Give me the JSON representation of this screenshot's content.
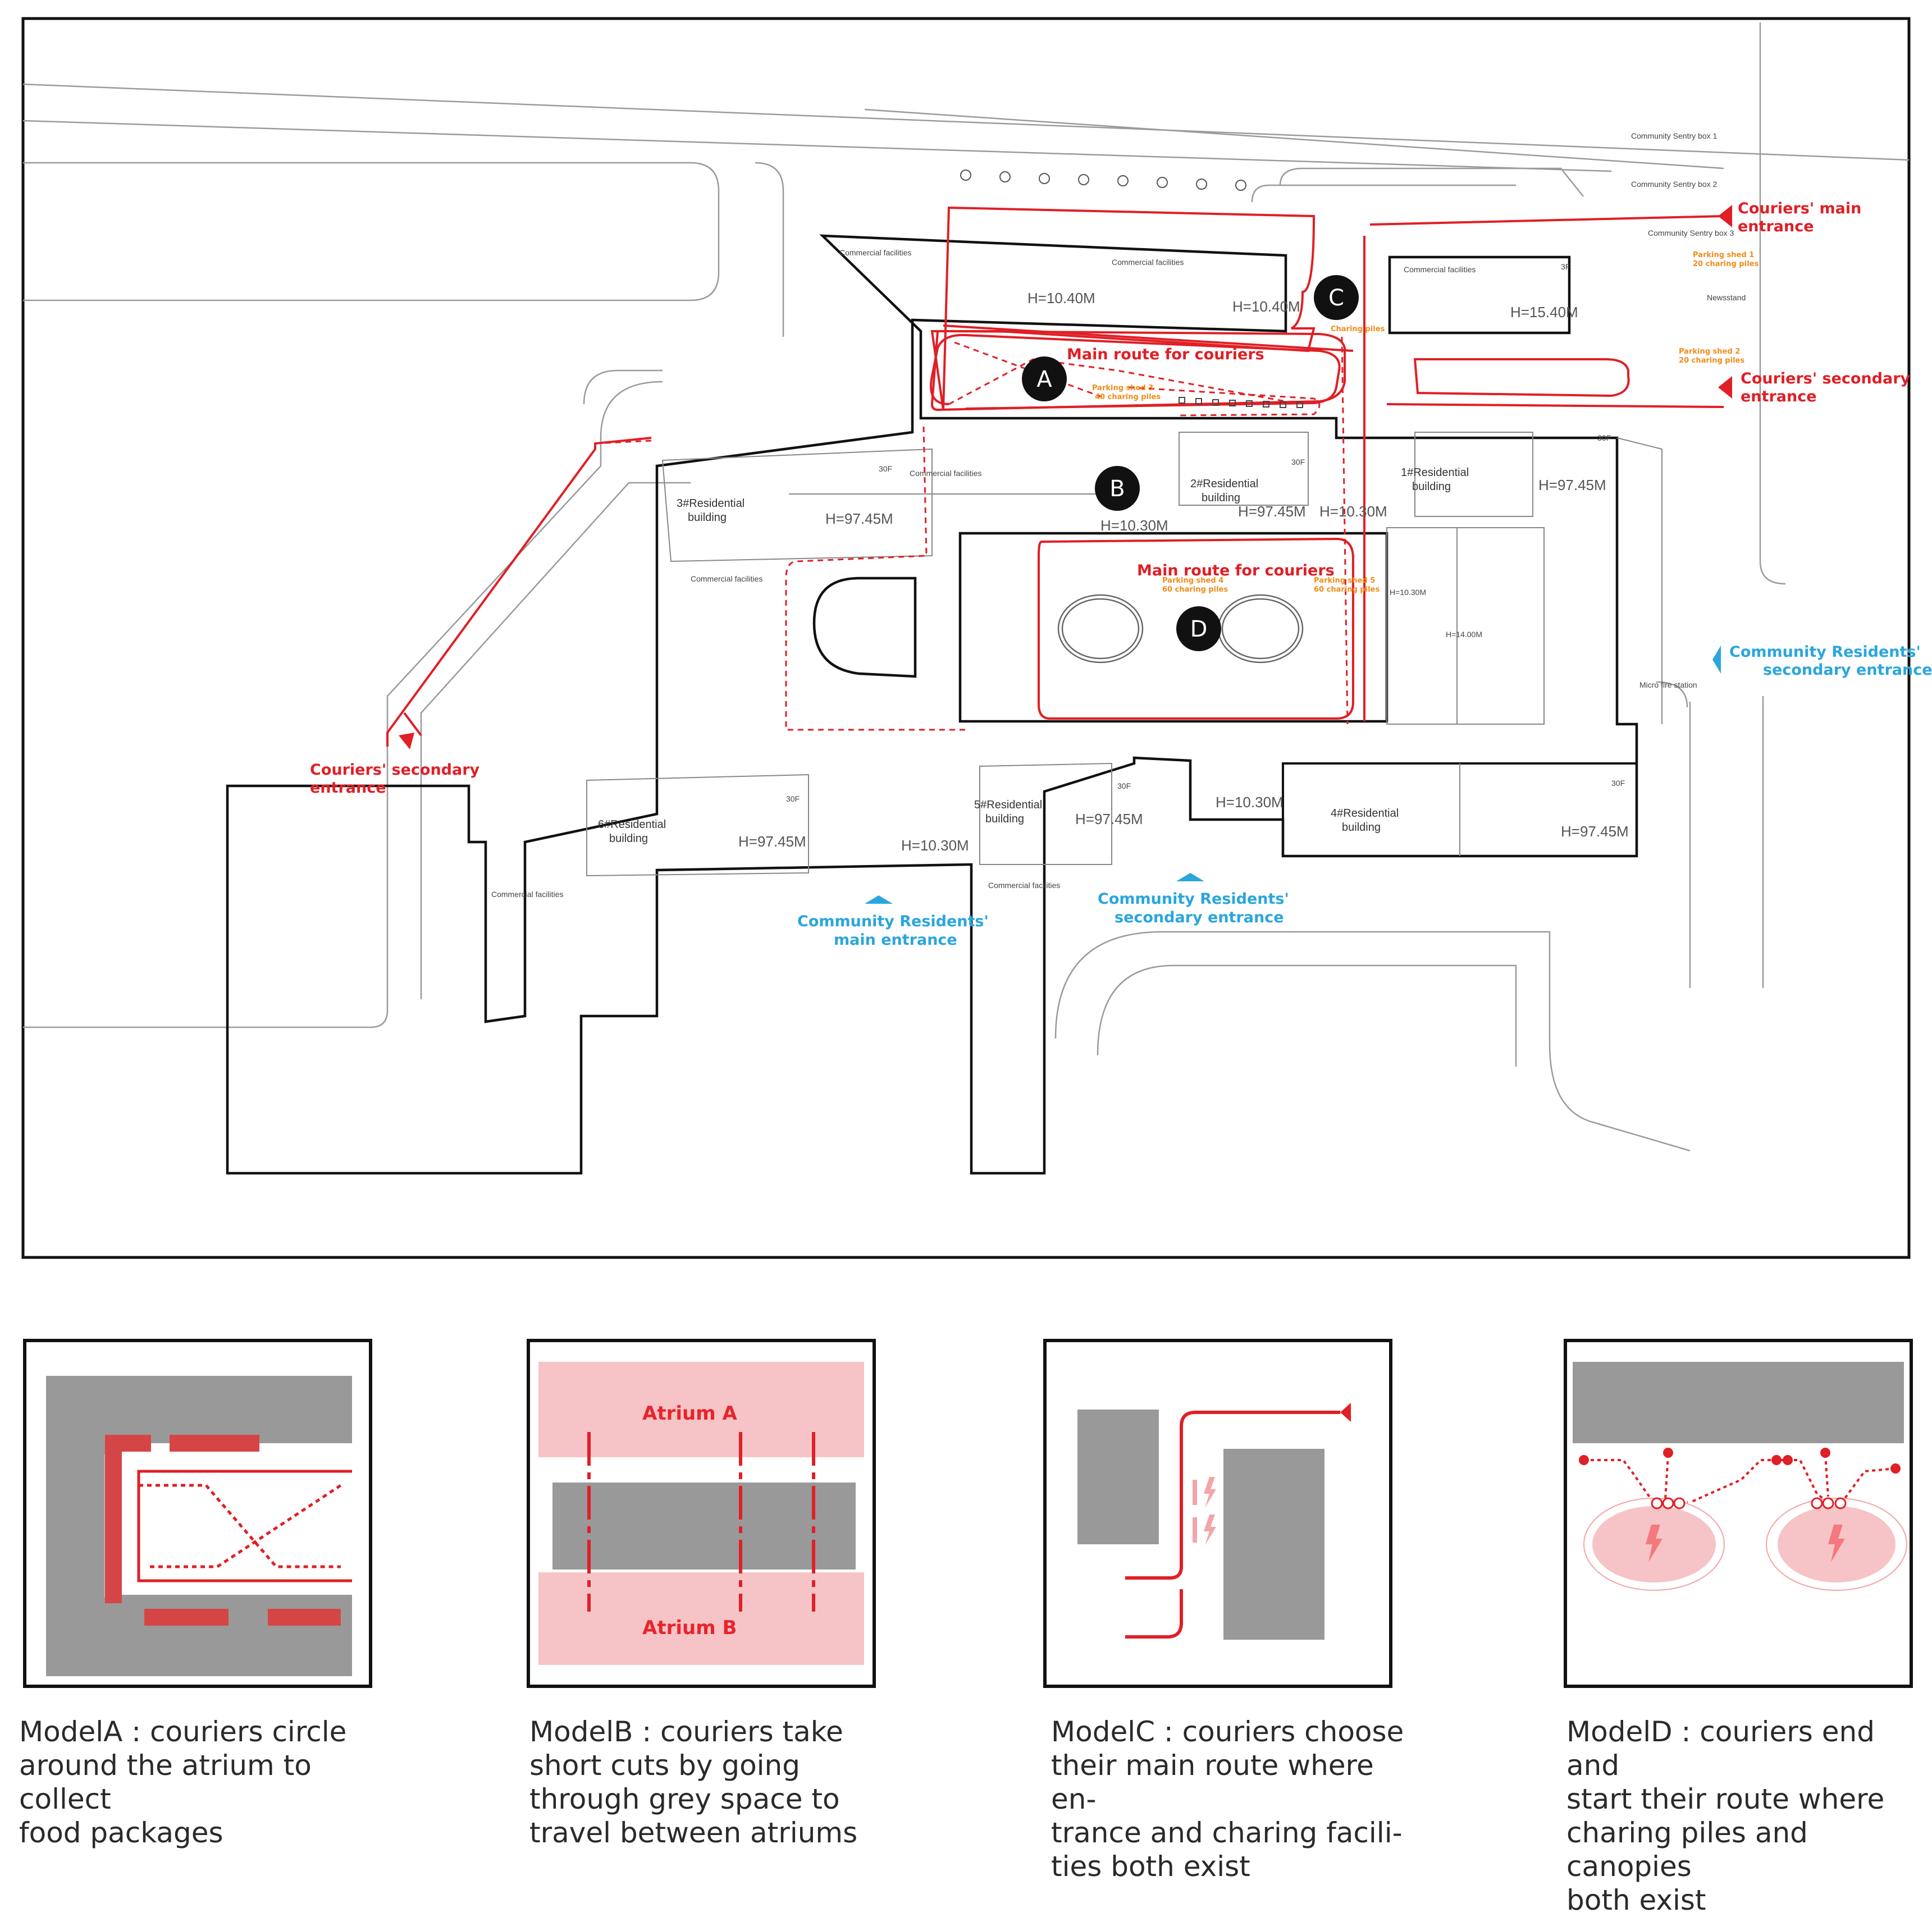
{
  "plan": {
    "markers": [
      "A",
      "B",
      "C",
      "D"
    ],
    "main_routes": [
      "Main route for couriers",
      "Main route for couriers"
    ],
    "couriers_main_entrance": [
      "Couriers' main",
      "entrance"
    ],
    "couriers_secondary_entrance_right": [
      "Couriers' secondary",
      "entrance"
    ],
    "couriers_secondary_entrance_left": [
      "Couriers' secondary",
      "entrance"
    ],
    "residents_main_entrance": [
      "Community Residents'",
      "main entrance"
    ],
    "residents_secondary_entrance_bottom": [
      "Community Residents'",
      "secondary entrance"
    ],
    "residents_secondary_entrance_right": [
      "Community Residents'",
      "secondary entrance"
    ],
    "sentry_boxes": [
      "Community Sentry box 1",
      "Community Sentry box 2",
      "Community Sentry box 3"
    ],
    "parking_sheds": [
      [
        "Parking shed 1",
        "20 charing piles"
      ],
      [
        "Parking shed 2",
        "20 charing piles"
      ],
      [
        "Parking shed 3",
        "40 charing piles"
      ],
      [
        "Parking shed 4",
        "60 charing piles"
      ],
      [
        "Parking shed 5",
        "60 charing piles"
      ]
    ],
    "charging_label": "Charing piles",
    "newsstand": "Newsstand",
    "micro_fire_station": "Micro fire station",
    "commercial": "Commercial facilities",
    "buildings": {
      "b1": [
        "1#Residential",
        "building"
      ],
      "b2": [
        "2#Residential",
        "building"
      ],
      "b3": [
        "3#Residential",
        "building"
      ],
      "b4": [
        "4#Residential",
        "building"
      ],
      "b5": [
        "5#Residential",
        "building"
      ],
      "b6": [
        "6#Residential",
        "building"
      ]
    },
    "heights": {
      "h1040a": "H=10.40M",
      "h1040b": "H=10.40M",
      "h1540": "H=15.40M",
      "h9745_3": "H=97.45M",
      "h9745_2": "H=97.45M",
      "h9745_1": "H=97.45M",
      "h9745_6": "H=97.45M",
      "h9745_5": "H=97.45M",
      "h9745_4": "H=97.45M",
      "h1030_b": "H=10.30M",
      "h1030_mid": "H=10.30M",
      "h1030_s1": "H=10.30M",
      "h1030_s2": "H=10.30M",
      "h1030_4": "H=10.30M",
      "h1400": "H=14.00M"
    },
    "floors": [
      "30F",
      "30F",
      "30F",
      "30F",
      "30F",
      "30F",
      "3F"
    ]
  },
  "models": [
    {
      "id": "A",
      "caption": "ModelA : couriers circle\naround the atrium to collect\nfood packages"
    },
    {
      "id": "B",
      "atrium_top": "Atrium A",
      "atrium_bottom": "Atrium B",
      "caption": "ModelB : couriers take\nshort cuts by going\nthrough grey space to\ntravel between atriums"
    },
    {
      "id": "C",
      "caption": "ModelC : couriers choose\ntheir main route where en-\ntrance and charing facili-\nties both exist"
    },
    {
      "id": "D",
      "caption": "ModelD : couriers end and\nstart their route where\ncharing piles and canopies\nboth exist"
    }
  ],
  "colors": {
    "route_red": "#e01f26",
    "resident_blue": "#2aa6dc",
    "parking_orange": "#f08c1a",
    "grey_block": "#999999",
    "pink_atrium": "#f6c4c6"
  }
}
